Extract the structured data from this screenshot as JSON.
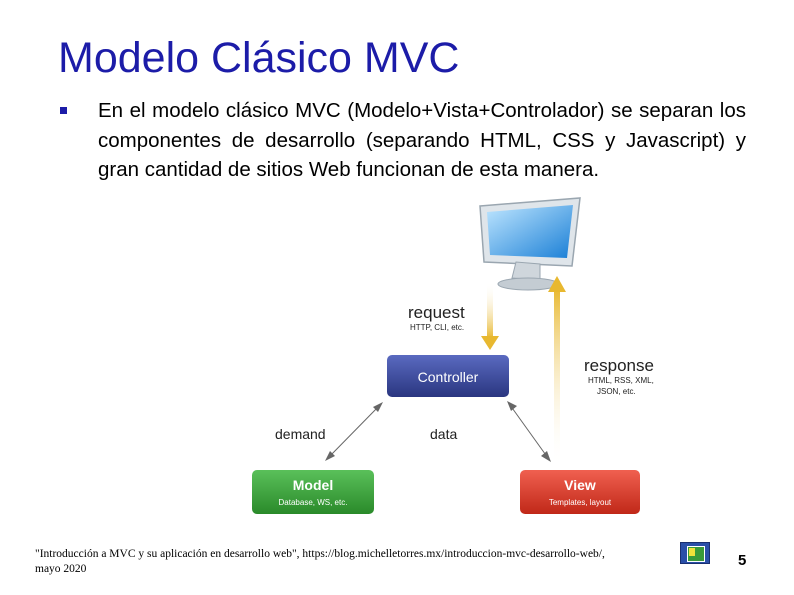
{
  "slide": {
    "title": "Modelo Clásico MVC",
    "bullet": "En el modelo clásico MVC (Modelo+Vista+Controlador) se separan los componentes de desarrollo (separando HTML, CSS y Javascript) y gran cantidad de sitios Web funcionan de esta manera.",
    "footnote": "\"Introducción a MVC y su aplicación en desarrollo web\", https://blog.michelletorres.mx/introduccion-mvc-desarrollo-web/, mayo 2020",
    "page_number": "5"
  },
  "diagram": {
    "request": "request",
    "request_sub": "HTTP, CLI, etc.",
    "response": "response",
    "response_sub_1": "HTML, RSS, XML,",
    "response_sub_2": "JSON, etc.",
    "controller": {
      "label": "Controller",
      "color": "#3a4a9a"
    },
    "model": {
      "label": "Model",
      "sub": "Database, WS, etc.",
      "color": "#3aa03a"
    },
    "view": {
      "label": "View",
      "sub": "Templates, layout",
      "color": "#d63a2a"
    },
    "demand": "demand",
    "data": "data"
  },
  "colors": {
    "title": "#1c1ca8",
    "arrow": "#e8b830",
    "arrow_dark": "#444444"
  }
}
